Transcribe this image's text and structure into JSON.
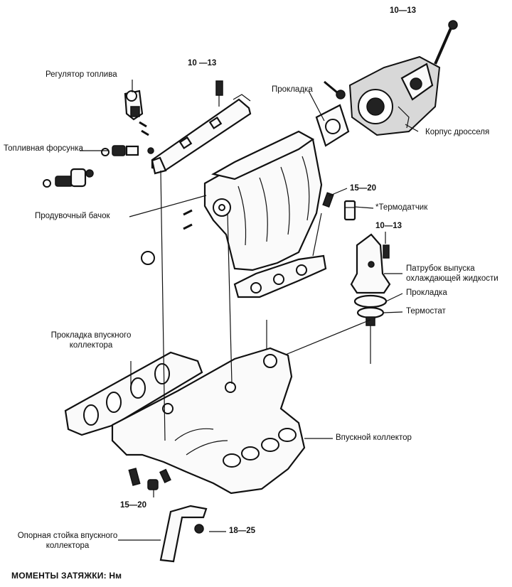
{
  "labels": {
    "torque_10_13_top": "10—13",
    "torque_10_13_rail": "10 —13",
    "fuel_regulator": "Регулятор топлива",
    "gasket_throttle": "Прокладка",
    "fuel_injector": "Топливная форсунка",
    "throttle_body": "Корпус дросселя",
    "torque_15_20_right": "15—20",
    "surge_tank": "Продувочный бачок",
    "thermo_sensor": "*Термодатчик",
    "torque_10_13_outlet": "10—13",
    "coolant_outlet_line1": "Патрубок выпуска",
    "coolant_outlet_line2": "охлаждающей жидкости",
    "gasket_outlet": "Прокладка",
    "thermostat": "Термостат",
    "manifold_gasket_line1": "Прокладка впускного",
    "manifold_gasket_line2": "коллектора",
    "intake_manifold": "Впускной коллектор",
    "torque_15_20_bottom": "15—20",
    "stay_line1": "Опорная стойка впускного",
    "stay_line2": "коллектора",
    "torque_18_25": "18—25",
    "footer": "МОМЕНТЫ ЗАТЯЖКИ: Нм"
  }
}
